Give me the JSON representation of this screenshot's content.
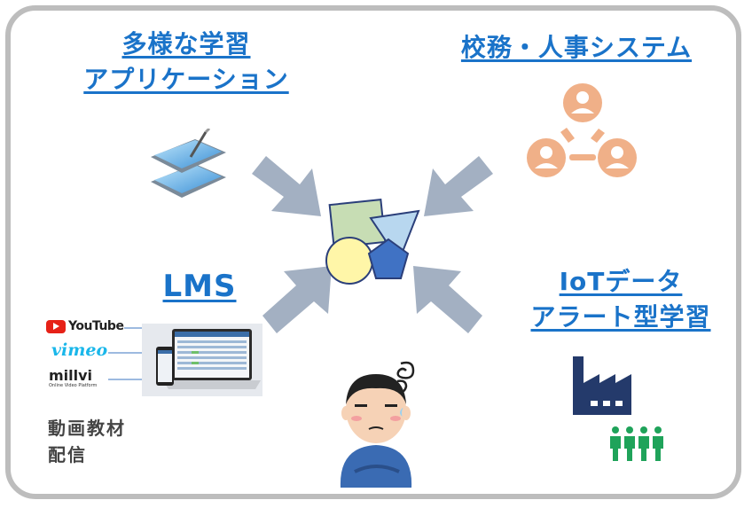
{
  "labels": {
    "apps_line1": "多様な学習",
    "apps_line2": "アプリケーション",
    "school_affairs": "校務・人事システム",
    "lms": "LMS",
    "iot_line1": "IoTデータ",
    "iot_line2": "アラート型学習",
    "video_line1": "動画教材",
    "video_line2": "配信"
  },
  "logos": {
    "youtube": "YouTube",
    "vimeo": "vimeo",
    "millvi": "millvi",
    "millvi_tagline": "Online Video Platform"
  },
  "colors": {
    "label_blue": "#1a73c9",
    "arrow_gray": "#a3b0c2",
    "frame_gray": "#bdbdbd",
    "person_orange": "#f0b088",
    "factory_navy": "#243a6b",
    "people_green": "#1fa35a"
  }
}
